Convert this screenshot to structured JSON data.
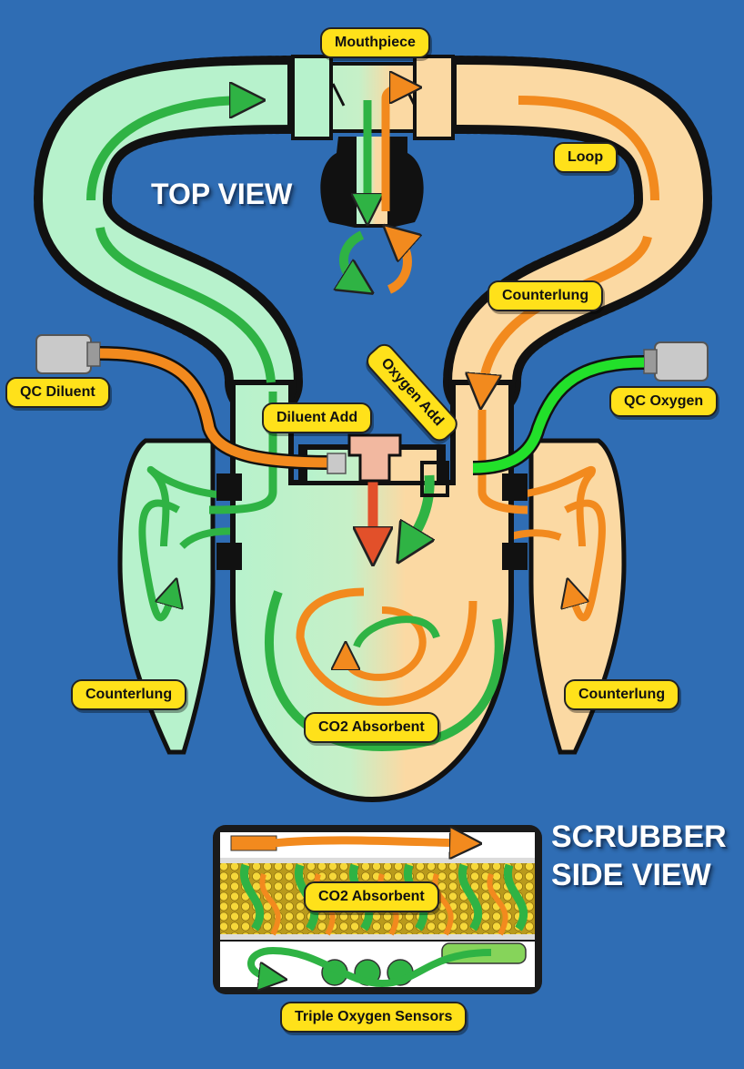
{
  "headings": {
    "top_view": "TOP VIEW",
    "scrubber_line1": "SCRUBBER",
    "scrubber_line2": "SIDE VIEW"
  },
  "labels": {
    "mouthpiece": "Mouthpiece",
    "loop": "Loop",
    "counterlung_top_right": "Counterlung",
    "qc_diluent": "QC Diluent",
    "qc_oxygen": "QC Oxygen",
    "diluent_add": "Diluent Add",
    "oxygen_add": "Oxygen Add",
    "counterlung_left": "Counterlung",
    "counterlung_right": "Counterlung",
    "co2_absorbent_top": "CO2 Absorbent",
    "co2_absorbent_side": "CO2 Absorbent",
    "triple_oxygen_sensors": "Triple Oxygen Sensors"
  },
  "colors": {
    "background": "#2f6db4",
    "exhale_gas": "#fbd9a3",
    "inhale_gas": "#b7f2cc",
    "exhale_arrow": "#f28a1e",
    "inhale_arrow": "#2fb344",
    "oxygen_hose": "#22e02a",
    "diluent_hose": "#f28a1e",
    "oxygen_add_arrow": "#e2502a",
    "label_fill": "#ffe11a",
    "outline": "#111111"
  }
}
